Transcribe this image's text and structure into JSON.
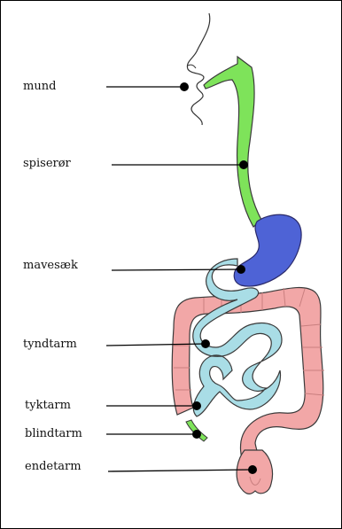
{
  "diagram": {
    "labels": {
      "mouth": "mund",
      "esophagus": "spiserør",
      "stomach": "mavesæk",
      "small_intestine": "tyndtarm",
      "large_intestine": "tyktarm",
      "appendix": "blindtarm",
      "rectum": "endetarm"
    },
    "colors": {
      "esophagus": "#7ee35a",
      "stomach": "#4e63d6",
      "small_intestine": "#a9dde6",
      "large_intestine": "#f2a7a7",
      "outline": "#3a3a3a"
    }
  }
}
